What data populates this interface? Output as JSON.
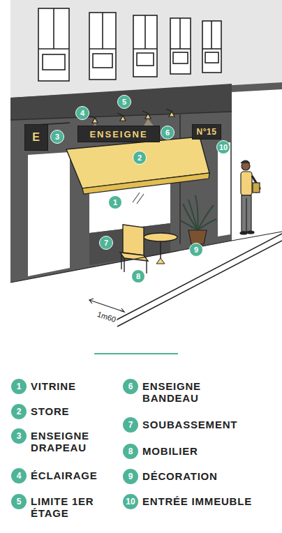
{
  "diagram": {
    "nodes": [
      {
        "text": [
          "E"
        ]
      },
      {
        "text": [
          "ENSEIGNE"
        ]
      },
      {
        "text": [
          "N°15"
        ]
      }
    ],
    "labels": [
      "1m60",
      "1",
      "2",
      "3",
      "4",
      "5",
      "6",
      "7",
      "8",
      "9",
      "10",
      "1",
      "VITRINE",
      "2",
      "STORE",
      "3",
      "ENSEIGNE DRAPEAU",
      "4",
      "ÉCLAIRAGE",
      "5",
      "LIMITE 1ER ÉTAGE",
      "6",
      "ENSEIGNE BANDEAU",
      "7",
      "SOUBASSEMENT",
      "8",
      "MOBILIER",
      "9",
      "DÉCORATION",
      "10",
      "ENTRÉE IMMEUBLE"
    ]
  }
}
